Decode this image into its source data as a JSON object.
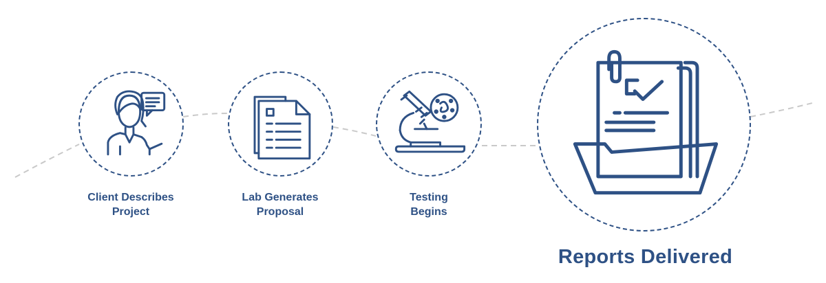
{
  "colors": {
    "primary": "#2e5185",
    "connector": "#c9c9c9"
  },
  "steps": [
    {
      "icon": "client-speaking-icon",
      "label_line1": "Client Describes",
      "label_line2": "Project"
    },
    {
      "icon": "documents-icon",
      "label_line1": "Lab Generates",
      "label_line2": "Proposal"
    },
    {
      "icon": "microscope-icon",
      "label_line1": "Testing",
      "label_line2": "Begins"
    }
  ],
  "final_step": {
    "icon": "report-folder-icon",
    "label": "Reports Delivered"
  }
}
